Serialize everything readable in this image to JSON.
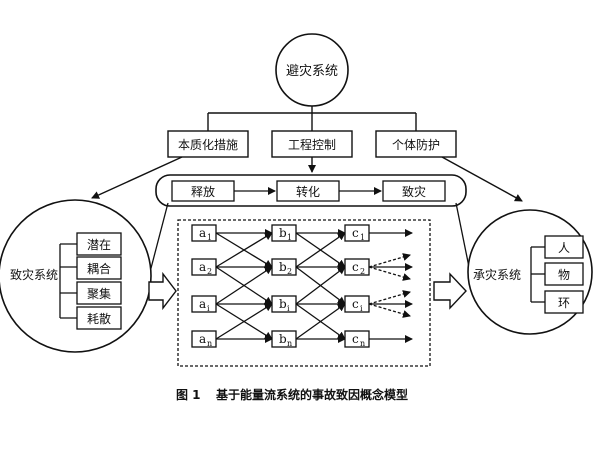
{
  "top": {
    "label": "避灾系统"
  },
  "measures": [
    "本质化措施",
    "工程控制",
    "个体防护"
  ],
  "process": [
    "释放",
    "转化",
    "致灾"
  ],
  "hazard_system": {
    "label": "致灾系统",
    "items": [
      "潜在",
      "耦合",
      "聚集",
      "耗散"
    ]
  },
  "victim_system": {
    "label": "承灾系统",
    "items": [
      "人",
      "物",
      "环"
    ]
  },
  "network": {
    "a": {
      "letter": "a",
      "subs": [
        "1",
        "2",
        "i",
        "n"
      ]
    },
    "b": {
      "letter": "b",
      "subs": [
        "1",
        "2",
        "i",
        "n"
      ]
    },
    "c": {
      "letter": "c",
      "subs": [
        "1",
        "2",
        "i",
        "n"
      ]
    }
  },
  "caption": {
    "fig": "图 1",
    "text": "基于能量流系统的事故致因概念模型"
  }
}
